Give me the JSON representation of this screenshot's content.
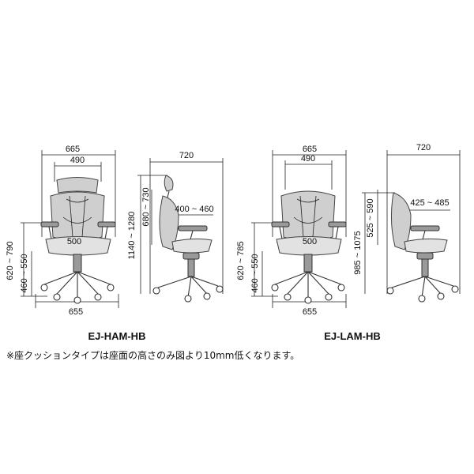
{
  "figure": {
    "left_model": {
      "name": "EJ-HAM-HB",
      "front": {
        "overall_width": "665",
        "headrest_width": "490",
        "seat_width": "500",
        "base_width": "655",
        "arm_height": "620 ~ 790",
        "seat_height": "460 ~ 550"
      },
      "side": {
        "depth": "720",
        "overall_height": "1140 ~ 1280",
        "back_height": "680 ~ 730",
        "seat_depth": "400 ~ 460"
      }
    },
    "right_model": {
      "name": "EJ-LAM-HB",
      "front": {
        "overall_width": "665",
        "back_width": "490",
        "seat_width": "500",
        "base_width": "655",
        "arm_height": "620 ~ 785",
        "seat_height": "460 ~ 550"
      },
      "side": {
        "depth": "720",
        "overall_height": "985 ~ 1075",
        "back_height": "525 ~ 590",
        "seat_depth": "425 ~ 485"
      }
    },
    "note": "※座クッションタイプは座面の高さのみ図より10mm低くなります。"
  }
}
